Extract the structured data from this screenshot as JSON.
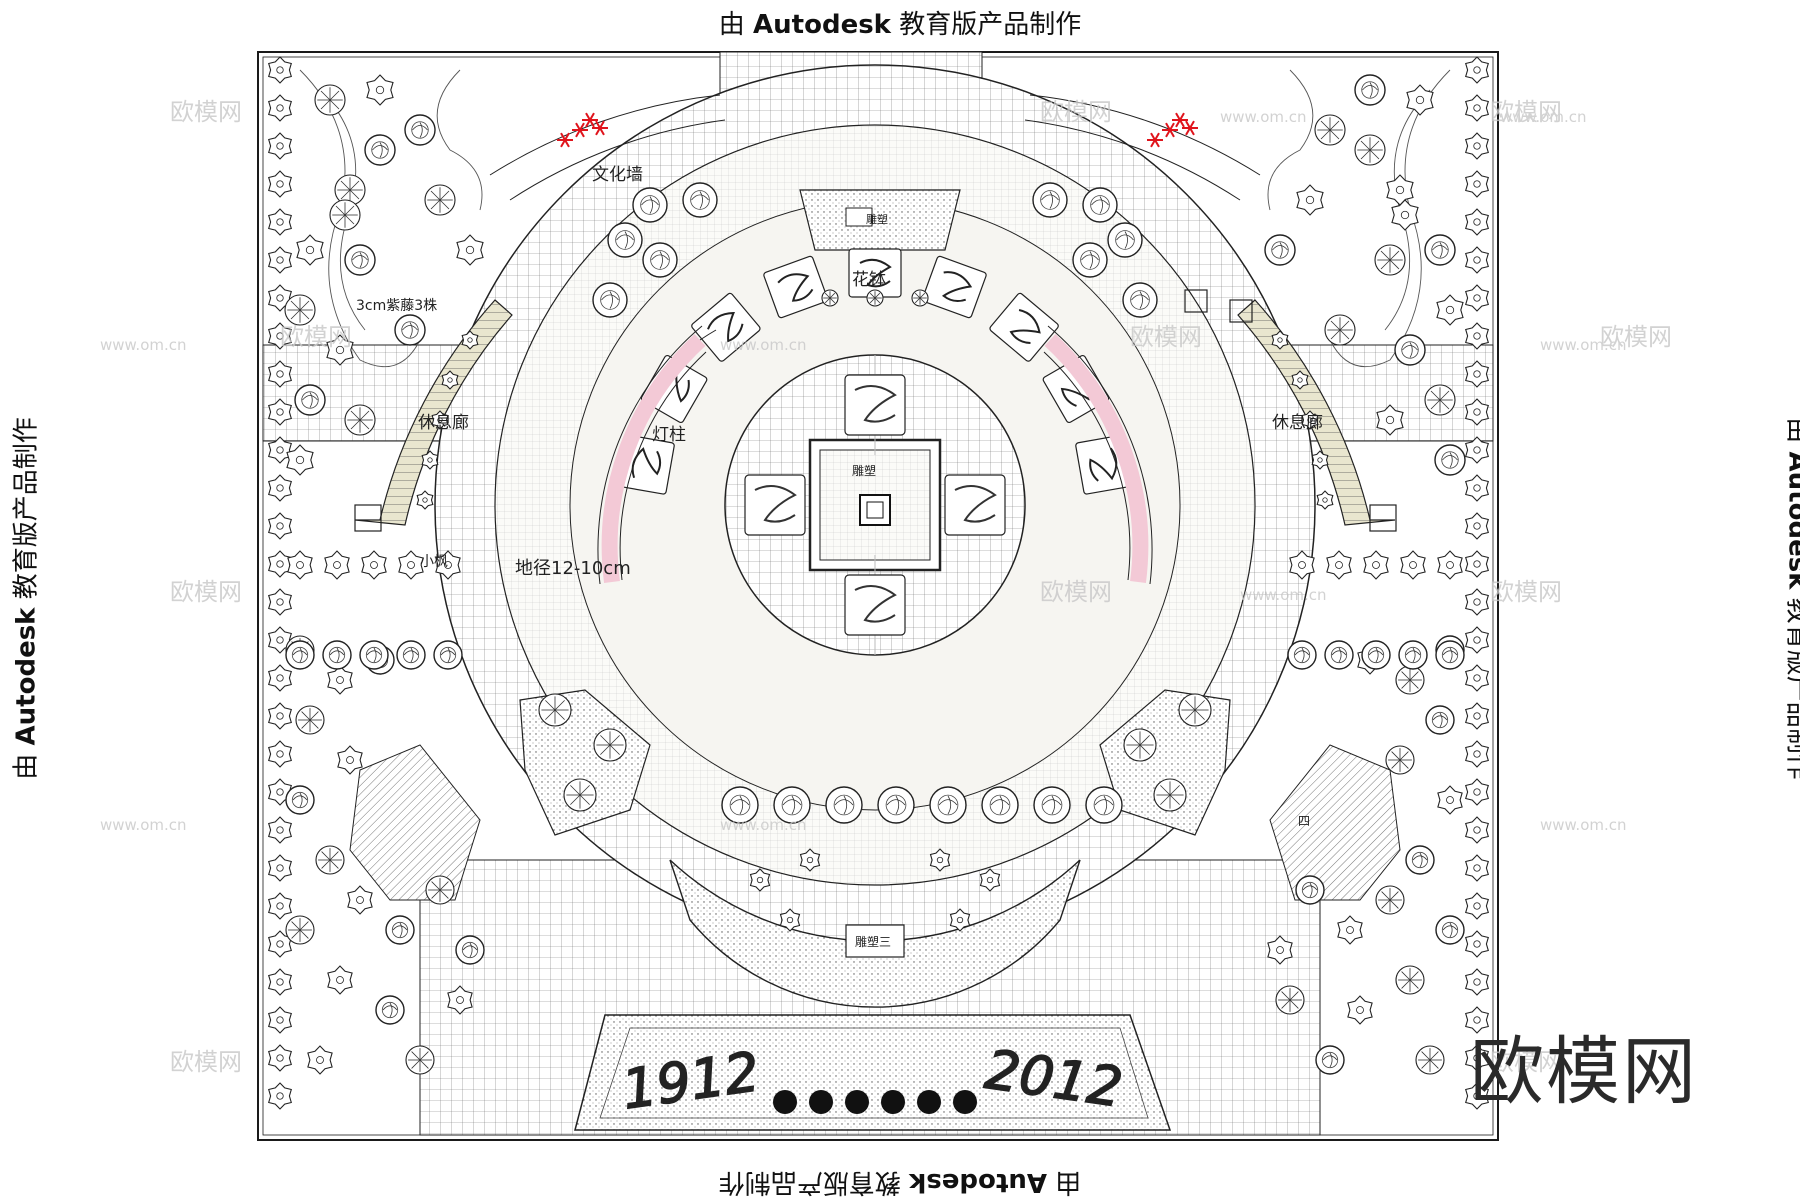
{
  "stamp": {
    "prefix": "由",
    "brand": "Autodesk",
    "suffix": "教育版产品制作"
  },
  "labels": {
    "culture_wall": "文化墙",
    "flower_bowl": "花钵",
    "sculpture_top": "雕塑",
    "sculpture_center": "雕塑",
    "sculpture_bottom": "雕塑三",
    "lamp_post": "灯柱",
    "rest_corridor_left": "休息廊",
    "rest_corridor_right": "休息廊",
    "tree_note": "3cm紫藤3株",
    "tiny_maple": "小枫",
    "elev_left": "地径12-10cm",
    "year_left": "1912",
    "year_right": "2012",
    "bench_right": "四"
  },
  "watermark": {
    "logo": "欧模网",
    "url": "www.om.cn",
    "brand": "欧模网"
  },
  "colors": {
    "line": "#1a1a1a",
    "paving": "#f3f2ee",
    "pink": "#f3c9d6",
    "red": "#e0141c",
    "corridor": "#e9e6cf"
  }
}
